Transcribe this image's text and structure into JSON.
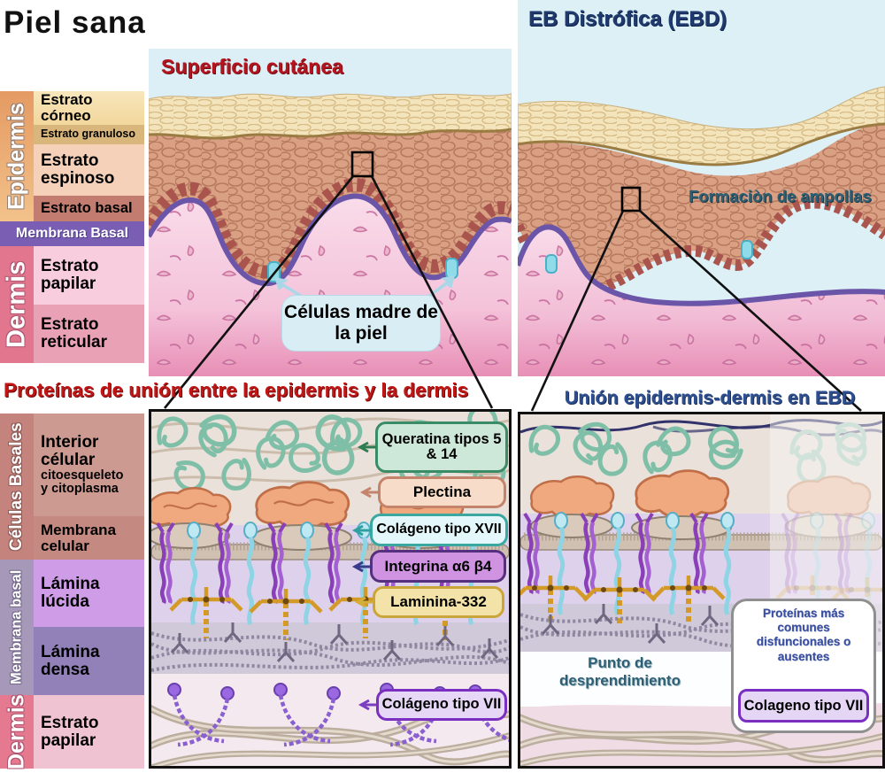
{
  "page": {
    "title": "Piel sana"
  },
  "healthy": {
    "surface_label": "Superficio cutánea",
    "stem_cells_label": "Células madre de la piel"
  },
  "ebd": {
    "title": "EB Distrófica (EBD)",
    "blister_label": "Formaciòn de ampollas"
  },
  "sidebar_top": {
    "epidermis": "Epidermis",
    "layers": [
      "Estrato córneo",
      "Estrato granuloso",
      "Estrato espinoso",
      "Estrato basal"
    ],
    "membrana_basal": "Membrana Basal",
    "dermis": "Dermis",
    "dermis_layers": [
      "Estrato papilar",
      "Estrato reticular"
    ]
  },
  "junction": {
    "heading_left": "Proteínas de unión entre la epidermis y la dermis",
    "heading_right": "Unión epidermis-dermis en EBD"
  },
  "sidebar_bottom": {
    "celulas_basales": "Células Basales",
    "interior_main": "Interior célular",
    "interior_sub1": "citoesqueleto",
    "interior_sub2": "y citoplasma",
    "membrana_celular": "Membrana celular",
    "membrana_basal": "Membrana basal",
    "lamina_lucida": "Lámina lúcida",
    "lamina_densa": "Lámina densa",
    "dermis": "Dermis",
    "estrato_papilar": "Estrato papilar"
  },
  "proteins": {
    "queratina": "Queratina tipos 5 & 14",
    "plectina": "Plectina",
    "colageno_xvii": "Colágeno tipo XVII",
    "integrina": "Integrina α6 β4",
    "laminina": "Laminina-332",
    "colageno_vii": "Colágeno tipo VII"
  },
  "ebd_zoom": {
    "detachment": "Punto de desprendimiento",
    "info_text": "Proteínas más comunes disfuncionales o ausentes",
    "info_protein": "Colageno tipo VII"
  },
  "colors": {
    "heading_red": "#c01616",
    "heading_navy": "#2d4f8f",
    "teal_text": "#2e6075",
    "membrane_purple": "#6a55a8",
    "basal_beads": "#aa544e",
    "stem_cell_cyan": "#8fdce8"
  }
}
